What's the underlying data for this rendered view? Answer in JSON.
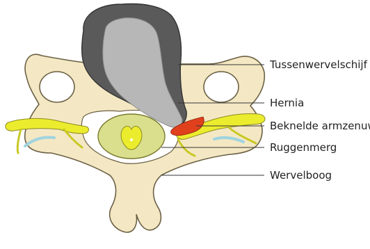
{
  "labels": [
    {
      "id": "disc",
      "text": "Tussenwervelschijf"
    },
    {
      "id": "hernia",
      "text": "Hernia"
    },
    {
      "id": "nerve",
      "text": "Beknelde armzenuw"
    },
    {
      "id": "cord",
      "text": "Ruggenmerg"
    },
    {
      "id": "arch",
      "text": "Wervelboog"
    }
  ],
  "colors": {
    "bone": "#f4e8c4",
    "bone_outline": "#6b6044",
    "disc_outer": "#5a5a5a",
    "disc_nucleus": "#b7b7b7",
    "nerve": "#ecec2e",
    "spinal_cord": "#d9df8c",
    "compression": "#e0401c",
    "joint_highlight": "#9fd4e0"
  }
}
